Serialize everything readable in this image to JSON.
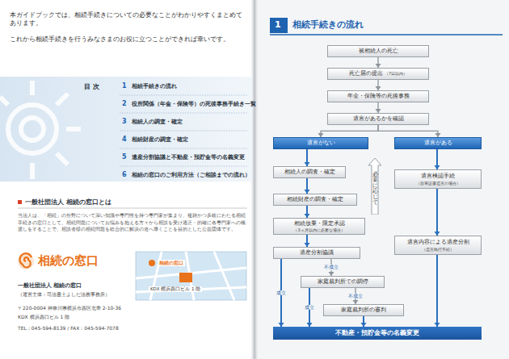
{
  "diagram": {
    "title": "相続手続きの流れ",
    "nodes": [
      {
        "text": [
          "被相続人の死亡"
        ]
      },
      {
        "text": [
          "死亡届の提出",
          "（7日以内）"
        ]
      },
      {
        "text": [
          "年金・保険等の死後事務"
        ]
      },
      {
        "text": [
          "遺言があるかを確認"
        ]
      },
      {
        "text": [
          "遺言がない"
        ]
      },
      {
        "text": [
          "遺言がある"
        ]
      },
      {
        "text": [
          "相続人の調査・確定"
        ]
      },
      {
        "text": [
          "遺言検認手続",
          "（自筆証書遺言の場合）"
        ]
      },
      {
        "text": [
          "相続財産の調査・確定"
        ]
      },
      {
        "text": [
          "必要に応じて"
        ]
      },
      {
        "text": [
          "遺言内容による遺産分割",
          "（遺言執行手続）"
        ]
      },
      {
        "text": [
          "相続放棄・限定承認",
          "（3ヵ月以内に必要な場合）"
        ]
      },
      {
        "text": [
          "遺産分割協議"
        ]
      },
      {
        "text": [
          "家庭裁判所での調停"
        ]
      },
      {
        "text": [
          "家庭裁判所の審判"
        ]
      },
      {
        "text": [
          "不動産・預貯金等の名義変更"
        ]
      }
    ],
    "edges": [
      {
        "from": 0,
        "to": 1,
        "arrow": "to"
      },
      {
        "from": 1,
        "to": 2,
        "arrow": "to"
      },
      {
        "from": 2,
        "to": 3,
        "arrow": "to"
      },
      {
        "from": 3,
        "to": 4,
        "arrow": "to"
      },
      {
        "from": 3,
        "to": 5,
        "arrow": "to"
      },
      {
        "from": 4,
        "to": 6,
        "arrow": "to"
      },
      {
        "from": 6,
        "to": 8,
        "arrow": "to"
      },
      {
        "from": 8,
        "to": 11,
        "arrow": "to"
      },
      {
        "from": 11,
        "to": 12,
        "arrow": "to"
      },
      {
        "from": 12,
        "to": 13,
        "label": "不成立",
        "arrow": "to"
      },
      {
        "from": 13,
        "to": 14,
        "label": "不成立",
        "arrow": "to"
      },
      {
        "from": 12,
        "to": 15,
        "label": "成立",
        "arrow": "to"
      },
      {
        "from": 13,
        "to": 15,
        "label": "成立",
        "arrow": "to"
      },
      {
        "from": 14,
        "to": 15,
        "arrow": "to"
      },
      {
        "from": 5,
        "to": 7,
        "arrow": "to"
      },
      {
        "from": 7,
        "to": 10,
        "arrow": "to"
      },
      {
        "from": 10,
        "to": 15,
        "arrow": "to"
      }
    ],
    "labels": [
      "本ガイドブックでは、相続手続きについての必要なことがわかりやすくまとめてあります。",
      "これから相続手続きを行うみなさまのお役に立つことができれば幸いです。",
      "目 次",
      "1",
      "相続手続きの流れ",
      "2",
      "役所関係（年金・保険等）の死後事務手続き一覧",
      "3",
      "相続人の調査・確定",
      "4",
      "相続財産の調査・確定",
      "5",
      "遺産分割協議と不動産・預貯金等の名義変更",
      "6",
      "相続の窓口のご利用方法（ご相談までの流れ）",
      "一般社団法人 相続の窓口とは",
      "当法人は、「相続」の分野について深い知識や専門性を持つ専門家が集まり、複雑かつ多岐にわたる相続手続きの窓口として、相続問題についてお悩みを抱える方々から相談を受け適正・的確に各専門家への橋渡しをすることで、相談者様の相続問題を総合的に解決の道へ導くことを目的とした公益団体です。",
      "相続の窓口",
      "相続の窓口",
      "KDX 横浜西口ビル 1 階",
      "一般社団法人 相続の窓口",
      "（運営主体：司法書士よしだ法務事務所）",
      "〒220-0004 神奈川県横浜市西区北幸 2-10-36",
      "KDX 横浜西口ビル 1 階",
      "TEL：045-594-8139 / FAX：045-594-7078",
      "1"
    ]
  }
}
